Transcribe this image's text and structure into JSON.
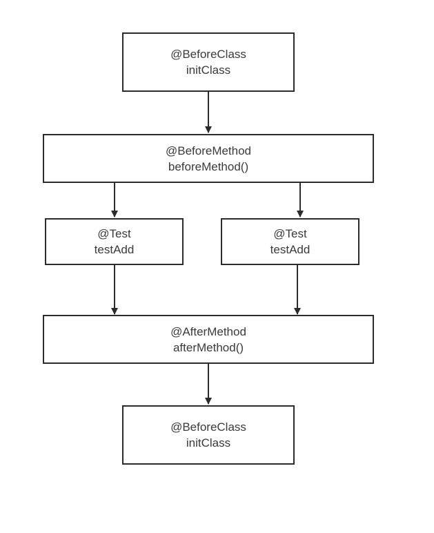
{
  "diagram": {
    "nodes": [
      {
        "id": "before-class-top",
        "annotation": "@BeforeClass",
        "method": "initClass"
      },
      {
        "id": "before-method",
        "annotation": "@BeforeMethod",
        "method": "beforeMethod()"
      },
      {
        "id": "test-left",
        "annotation": "@Test",
        "method": "testAdd"
      },
      {
        "id": "test-right",
        "annotation": "@Test",
        "method": "testAdd"
      },
      {
        "id": "after-method",
        "annotation": "@AfterMethod",
        "method": "afterMethod()"
      },
      {
        "id": "before-class-bottom",
        "annotation": "@BeforeClass",
        "method": "initClass"
      }
    ],
    "edges": [
      {
        "from": "before-class-top",
        "to": "before-method"
      },
      {
        "from": "before-method",
        "to": "test-left"
      },
      {
        "from": "before-method",
        "to": "test-right"
      },
      {
        "from": "test-left",
        "to": "after-method"
      },
      {
        "from": "test-right",
        "to": "after-method"
      },
      {
        "from": "after-method",
        "to": "before-class-bottom"
      }
    ],
    "colors": {
      "stroke": "#2b2b2b",
      "text": "#3a3a3a",
      "background": "#ffffff"
    }
  }
}
